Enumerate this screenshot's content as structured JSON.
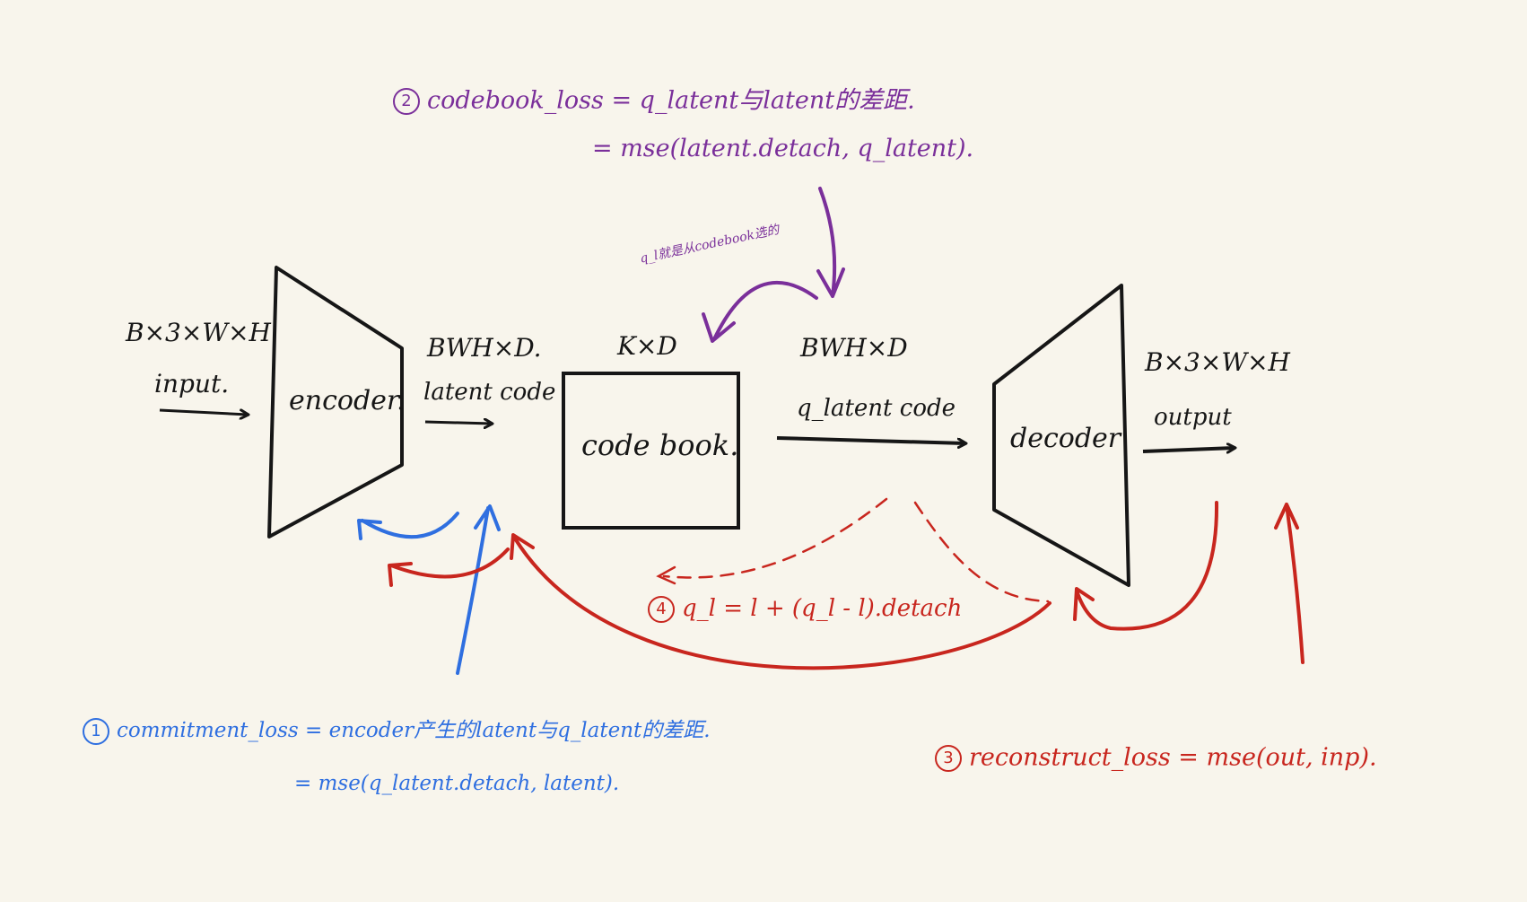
{
  "colors": {
    "background": "#f8f5ec",
    "ink": "#161616",
    "codebook_loss": "#7a2f9a",
    "commitment_loss": "#2f6fe0",
    "reconstruct_loss": "#c8261e"
  },
  "input": {
    "shape": "B×3×W×H",
    "label": "input."
  },
  "encoder": {
    "label": "encoder."
  },
  "latent": {
    "shape": "BWH×D.",
    "label": "latent code"
  },
  "codebook": {
    "shape": "K×D",
    "label": "code book."
  },
  "q_latent": {
    "shape": "BWH×D",
    "label": "q_latent code"
  },
  "decoder": {
    "label": "decoder"
  },
  "output": {
    "shape": "B×3×W×H",
    "label": "output"
  },
  "lookup_note": "q_l就是从codebook选的",
  "codebook_loss": {
    "number": "2",
    "line1": "codebook_loss = q_latent与latent的差距.",
    "line2": "= mse(latent.detach, q_latent)."
  },
  "straight_through": {
    "number": "4",
    "formula": "q_l = l + (q_l - l).detach"
  },
  "commitment_loss": {
    "number": "1",
    "line1": "commitment_loss = encoder产生的latent与q_latent的差距.",
    "line2": "= mse(q_latent.detach, latent)."
  },
  "reconstruct_loss": {
    "number": "3",
    "line1": "reconstruct_loss = mse(out, inp)."
  }
}
